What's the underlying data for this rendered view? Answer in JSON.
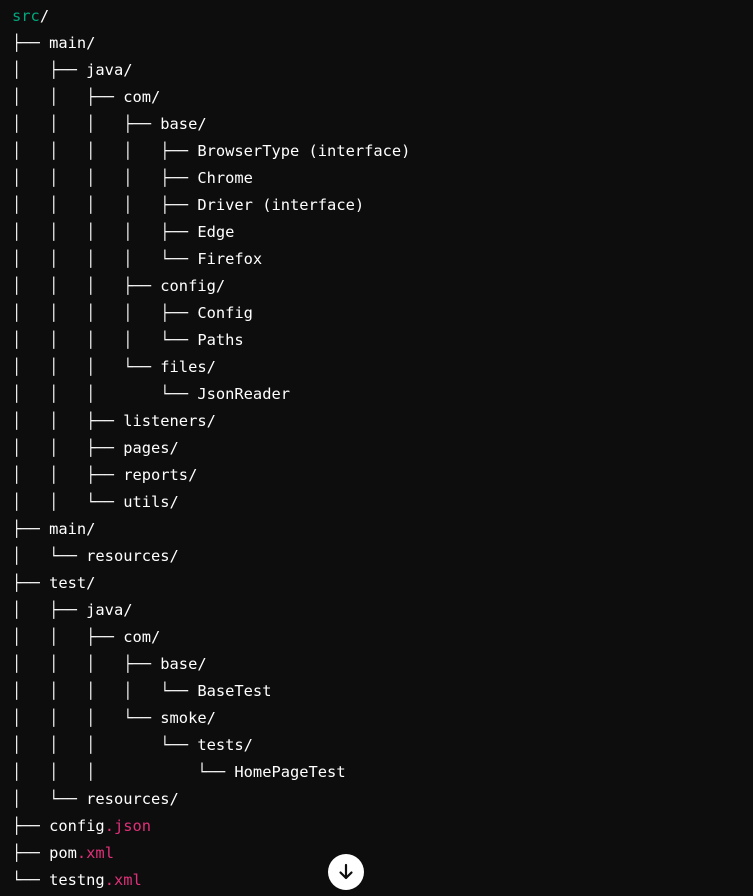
{
  "colors": {
    "background": "#0d0d0d",
    "text": "#ffffff",
    "keyword_green": "#00a67d",
    "extension_pink": "#df3079",
    "scroll_button_bg": "#ffffff"
  },
  "scroll_button": {
    "icon": "arrow-down-icon"
  },
  "lines": [
    {
      "guide": "",
      "segments": [
        {
          "text": "src",
          "color": "green"
        },
        {
          "text": "/",
          "color": "plain"
        }
      ]
    },
    {
      "guide": "├── ",
      "segments": [
        {
          "text": "main/",
          "color": "plain"
        }
      ]
    },
    {
      "guide": "│   ├── ",
      "segments": [
        {
          "text": "java/",
          "color": "plain"
        }
      ]
    },
    {
      "guide": "│   │   ├── ",
      "segments": [
        {
          "text": "com/",
          "color": "plain"
        }
      ]
    },
    {
      "guide": "│   │   │   ├── ",
      "segments": [
        {
          "text": "base/",
          "color": "plain"
        }
      ]
    },
    {
      "guide": "│   │   │   │   ├── ",
      "segments": [
        {
          "text": "BrowserType (interface)",
          "color": "plain"
        }
      ]
    },
    {
      "guide": "│   │   │   │   ├── ",
      "segments": [
        {
          "text": "Chrome",
          "color": "plain"
        }
      ]
    },
    {
      "guide": "│   │   │   │   ├── ",
      "segments": [
        {
          "text": "Driver (interface)",
          "color": "plain"
        }
      ]
    },
    {
      "guide": "│   │   │   │   ├── ",
      "segments": [
        {
          "text": "Edge",
          "color": "plain"
        }
      ]
    },
    {
      "guide": "│   │   │   │   └── ",
      "segments": [
        {
          "text": "Firefox",
          "color": "plain"
        }
      ]
    },
    {
      "guide": "│   │   │   ├── ",
      "segments": [
        {
          "text": "config/",
          "color": "plain"
        }
      ]
    },
    {
      "guide": "│   │   │   │   ├── ",
      "segments": [
        {
          "text": "Config",
          "color": "plain"
        }
      ]
    },
    {
      "guide": "│   │   │   │   └── ",
      "segments": [
        {
          "text": "Paths",
          "color": "plain"
        }
      ]
    },
    {
      "guide": "│   │   │   └── ",
      "segments": [
        {
          "text": "files/",
          "color": "plain"
        }
      ]
    },
    {
      "guide": "│   │   │       └── ",
      "segments": [
        {
          "text": "JsonReader",
          "color": "plain"
        }
      ]
    },
    {
      "guide": "│   │   ├── ",
      "segments": [
        {
          "text": "listeners/",
          "color": "plain"
        }
      ]
    },
    {
      "guide": "│   │   ├── ",
      "segments": [
        {
          "text": "pages/",
          "color": "plain"
        }
      ]
    },
    {
      "guide": "│   │   ├── ",
      "segments": [
        {
          "text": "reports/",
          "color": "plain"
        }
      ]
    },
    {
      "guide": "│   │   └── ",
      "segments": [
        {
          "text": "utils/",
          "color": "plain"
        }
      ]
    },
    {
      "guide": "├── ",
      "segments": [
        {
          "text": "main/",
          "color": "plain"
        }
      ]
    },
    {
      "guide": "│   └── ",
      "segments": [
        {
          "text": "resources/",
          "color": "plain"
        }
      ]
    },
    {
      "guide": "├── ",
      "segments": [
        {
          "text": "test/",
          "color": "plain"
        }
      ]
    },
    {
      "guide": "│   ├── ",
      "segments": [
        {
          "text": "java/",
          "color": "plain"
        }
      ]
    },
    {
      "guide": "│   │   ├── ",
      "segments": [
        {
          "text": "com/",
          "color": "plain"
        }
      ]
    },
    {
      "guide": "│   │   │   ├── ",
      "segments": [
        {
          "text": "base/",
          "color": "plain"
        }
      ]
    },
    {
      "guide": "│   │   │   │   └── ",
      "segments": [
        {
          "text": "BaseTest",
          "color": "plain"
        }
      ]
    },
    {
      "guide": "│   │   │   └── ",
      "segments": [
        {
          "text": "smoke/",
          "color": "plain"
        }
      ]
    },
    {
      "guide": "│   │   │       └── ",
      "segments": [
        {
          "text": "tests/",
          "color": "plain"
        }
      ]
    },
    {
      "guide": "│   │   │           └── ",
      "segments": [
        {
          "text": "HomePageTest",
          "color": "plain"
        }
      ]
    },
    {
      "guide": "│   └── ",
      "segments": [
        {
          "text": "resources/",
          "color": "plain"
        }
      ]
    },
    {
      "guide": "├── ",
      "segments": [
        {
          "text": "config",
          "color": "plain"
        },
        {
          "text": ".json",
          "color": "pink"
        }
      ]
    },
    {
      "guide": "├── ",
      "segments": [
        {
          "text": "pom",
          "color": "plain"
        },
        {
          "text": ".xml",
          "color": "pink"
        }
      ]
    },
    {
      "guide": "└── ",
      "segments": [
        {
          "text": "testng",
          "color": "plain"
        },
        {
          "text": ".xml",
          "color": "pink"
        }
      ]
    }
  ]
}
